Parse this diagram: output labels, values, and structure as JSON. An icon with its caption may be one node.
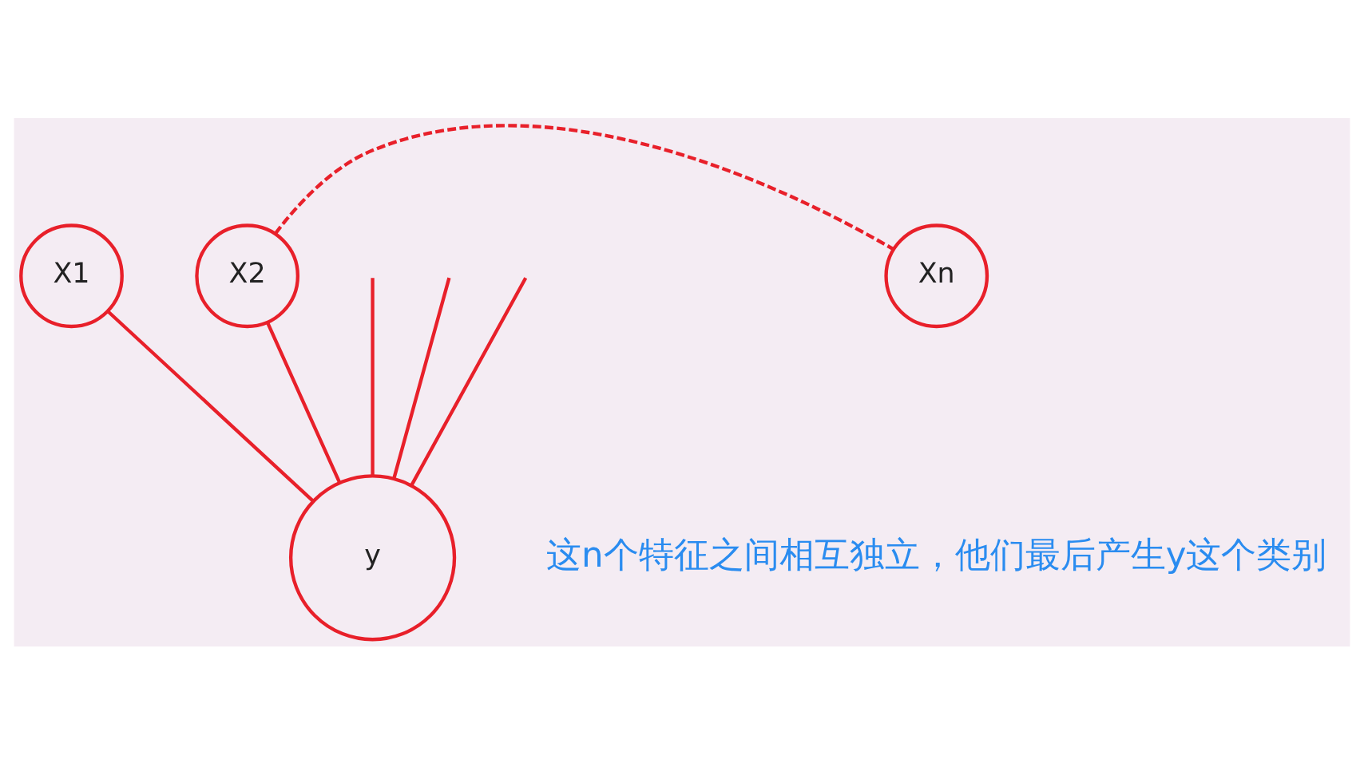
{
  "diagram": {
    "nodes": [
      {
        "text": [
          "X1"
        ]
      },
      {
        "text": [
          "X2"
        ]
      },
      {
        "text": [
          "Xn"
        ]
      },
      {
        "text": [
          "y"
        ]
      }
    ],
    "edges": [
      {
        "from": 0,
        "to": 3,
        "arrow": "none"
      },
      {
        "from": 1,
        "to": 3,
        "arrow": "none"
      },
      {
        "from": null,
        "to": 3,
        "arrow": "none"
      },
      {
        "from": null,
        "to": 3,
        "arrow": "none"
      },
      {
        "from": null,
        "to": 3,
        "arrow": "none"
      },
      {
        "from": 1,
        "to": 2,
        "arrow": "none",
        "style": "dashed"
      }
    ],
    "labels": [
      "这n个特征之间相互独立，他们最后产生y这个类别"
    ]
  }
}
